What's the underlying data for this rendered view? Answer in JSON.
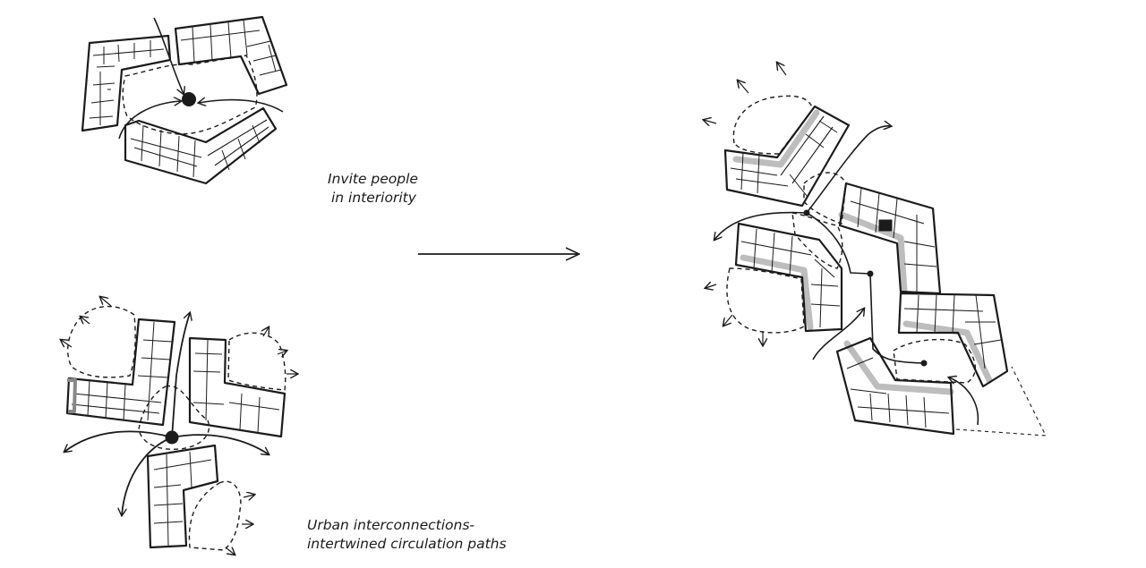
{
  "captions": {
    "interiority": {
      "line1": "Invite people",
      "line2": "in interiority"
    },
    "urban": {
      "line1": "Urban interconnections-",
      "line2": "intertwined circulation paths"
    }
  },
  "colors": {
    "ink": "#1b1b1b",
    "corridor_shade": "#bdbdbd",
    "background": "#ffffff"
  }
}
